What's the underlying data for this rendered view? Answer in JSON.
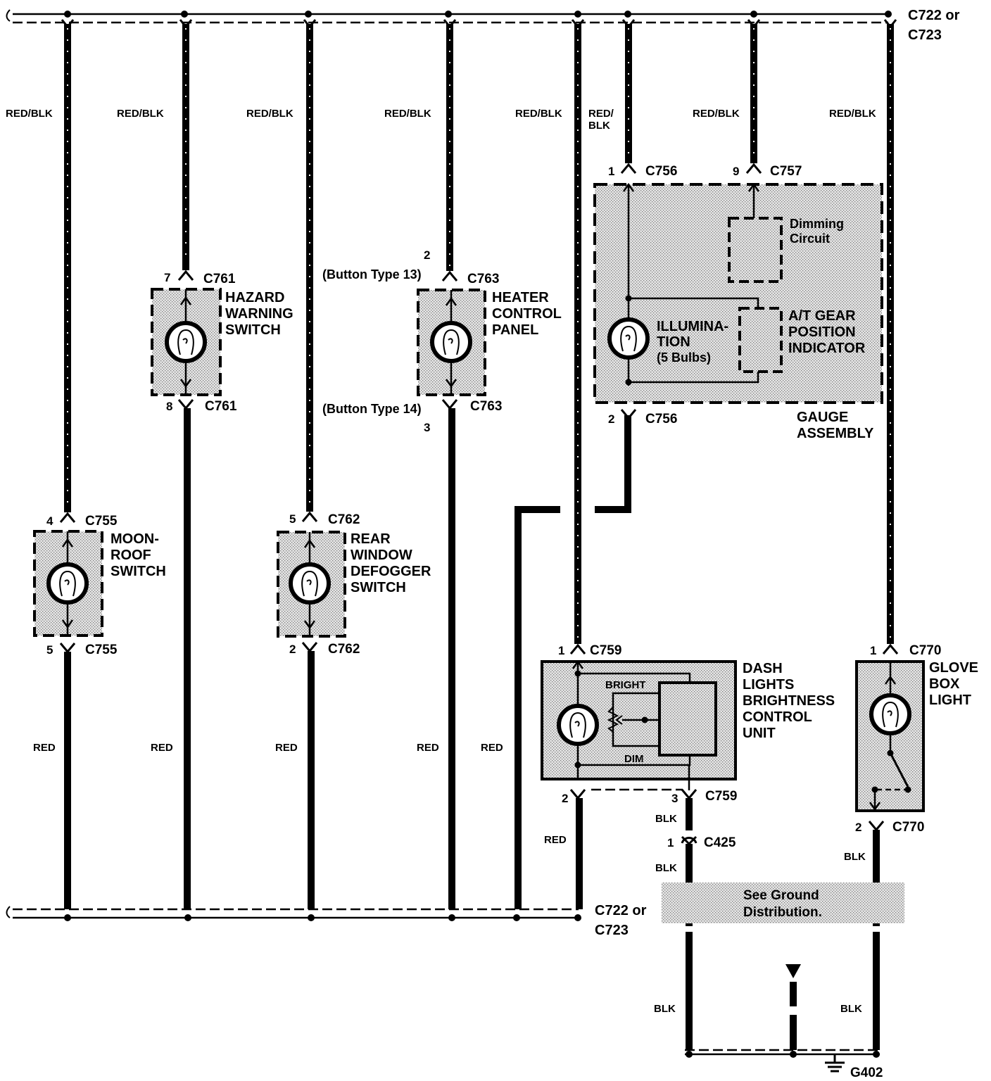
{
  "bus": {
    "top_label_line1": "C722 or",
    "top_label_line2": "C723",
    "bottom_label_line1": "C722 or",
    "bottom_label_line2": "C723",
    "ground": "G402"
  },
  "wire_colors": {
    "red_blk": "RED/BLK",
    "red_slash": "RED/",
    "blk_half": "BLK",
    "red": "RED",
    "blk": "BLK"
  },
  "moonroof": {
    "pin_in": "4",
    "conn_in": "C755",
    "pin_out": "5",
    "conn_out": "C755",
    "label": [
      "MOON-",
      "ROOF",
      "SWITCH"
    ]
  },
  "hazard": {
    "pin_in": "7",
    "conn_in": "C761",
    "pin_out": "8",
    "conn_out": "C761",
    "label": [
      "HAZARD",
      "WARNING",
      "SWITCH"
    ]
  },
  "defogger": {
    "pin_in": "5",
    "conn_in": "C762",
    "pin_out": "2",
    "conn_out": "C762",
    "label": [
      "REAR",
      "WINDOW",
      "DEFOGGER",
      "SWITCH"
    ]
  },
  "heater": {
    "pin_in": "2",
    "note_in": "(Button Type 13)",
    "conn_in": "C763",
    "pin_out": "3",
    "note_out": "(Button Type 14)",
    "conn_out": "C763",
    "label": [
      "HEATER",
      "CONTROL",
      "PANEL"
    ]
  },
  "gauge": {
    "pin_a": "1",
    "conn_a": "C756",
    "pin_b": "9",
    "conn_b": "C757",
    "pin_c": "2",
    "conn_c": "C756",
    "dimming": [
      "Dimming",
      "Circuit"
    ],
    "illumination": [
      "ILLUMINA-",
      "TION",
      "(5 Bulbs)"
    ],
    "at_gear": [
      "A/T GEAR",
      "POSITION",
      "INDICATOR"
    ],
    "label": [
      "GAUGE",
      "ASSEMBLY"
    ]
  },
  "dash": {
    "pin_in": "1",
    "conn_in": "C759",
    "pin_out": "2",
    "pin_out2": "3",
    "conn_out": "C759",
    "bright": "BRIGHT",
    "dim": "DIM",
    "label": [
      "DASH",
      "LIGHTS",
      "BRIGHTNESS",
      "CONTROL",
      "UNIT"
    ]
  },
  "c425": {
    "pin": "1",
    "conn": "C425"
  },
  "glovebox": {
    "pin_in": "1",
    "conn_in": "C770",
    "pin_out": "2",
    "conn_out": "C770",
    "label": [
      "GLOVE",
      "BOX",
      "LIGHT"
    ]
  },
  "ground_note": [
    "See Ground",
    "Distribution."
  ]
}
